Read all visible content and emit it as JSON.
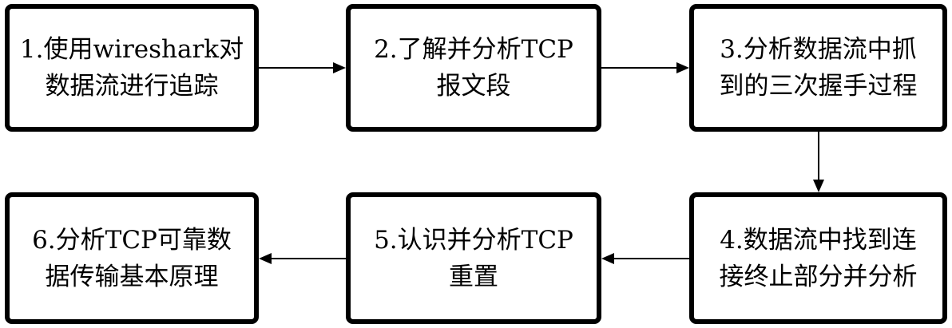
{
  "steps": [
    {
      "id": "s1",
      "lines": [
        "1.使用wireshark对",
        "数据流进行追踪"
      ]
    },
    {
      "id": "s2",
      "lines": [
        "2.了解并分析TCP",
        "报文段"
      ]
    },
    {
      "id": "s3",
      "lines": [
        "3.分析数据流中抓",
        "到的三次握手过程"
      ]
    },
    {
      "id": "s4",
      "lines": [
        "4.数据流中找到连",
        "接终止部分并分析"
      ]
    },
    {
      "id": "s5",
      "lines": [
        "5.认识并分析TCP",
        "重置"
      ]
    },
    {
      "id": "s6",
      "lines": [
        "6.分析TCP可靠数",
        "据传输基本原理"
      ]
    }
  ],
  "colors": {
    "stroke": "#000000",
    "fill": "#ffffff"
  }
}
